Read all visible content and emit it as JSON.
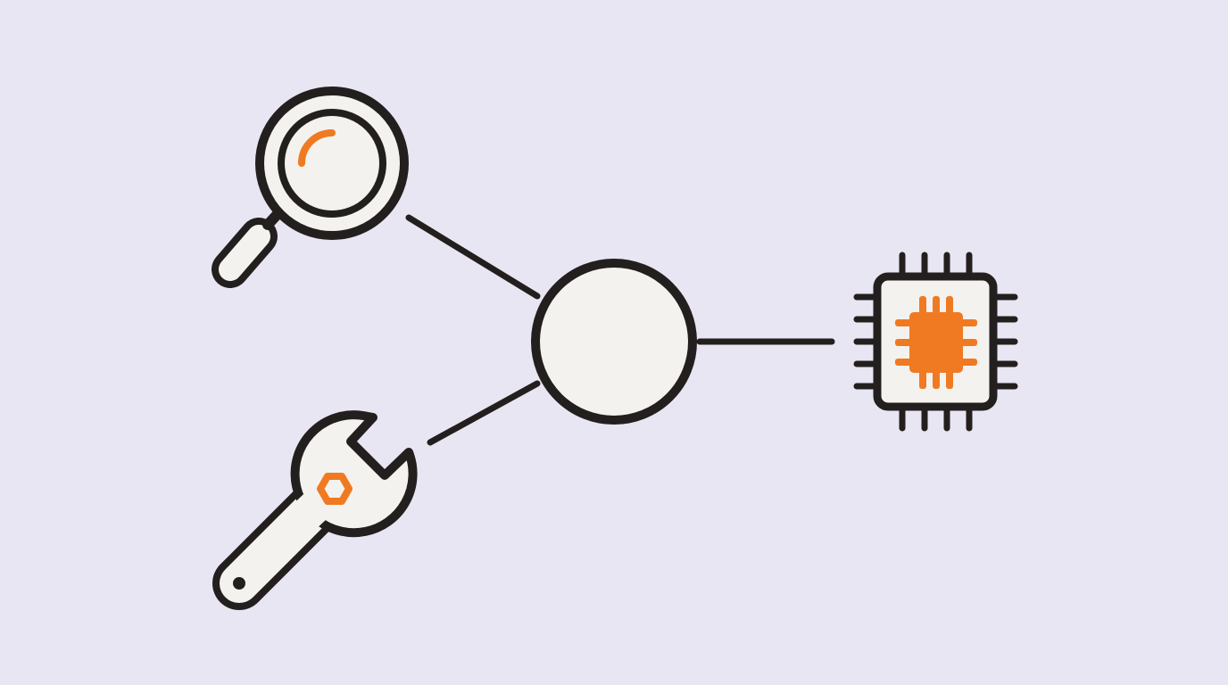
{
  "diagram": {
    "nodes": [
      {
        "id": "hub",
        "icon": "hub-circle-icon"
      },
      {
        "id": "search",
        "icon": "magnifying-glass-icon"
      },
      {
        "id": "tool",
        "icon": "wrench-icon"
      },
      {
        "id": "chip",
        "icon": "microchip-icon"
      }
    ],
    "edges": [
      {
        "from": "search",
        "to": "hub"
      },
      {
        "from": "tool",
        "to": "hub"
      },
      {
        "from": "hub",
        "to": "chip"
      }
    ]
  },
  "colors": {
    "background": "#e9e6f3",
    "stroke": "#231f1e",
    "fill": "#f4f2ee",
    "accent": "#f07a22"
  }
}
